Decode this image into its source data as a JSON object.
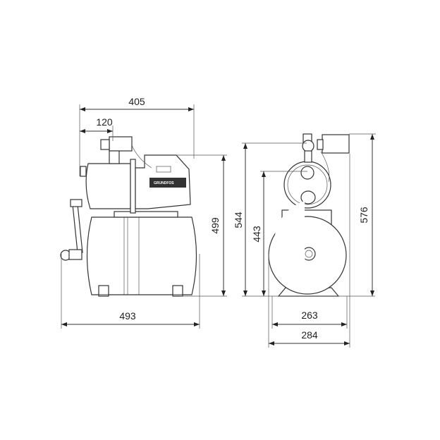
{
  "drawing": {
    "brand_logo": "GRUNDFOS",
    "colors": {
      "line": "#333333",
      "background": "#ffffff"
    },
    "side_view": {
      "dimensions": {
        "overall_length_top": "405",
        "inlet_offset": "120",
        "pump_height": "499",
        "overall_length_bottom": "493"
      }
    },
    "front_view": {
      "dimensions": {
        "outlet_height": "544",
        "inlet_height": "443",
        "overall_height": "576",
        "foot_spacing": "263",
        "overall_width": "284"
      }
    }
  }
}
